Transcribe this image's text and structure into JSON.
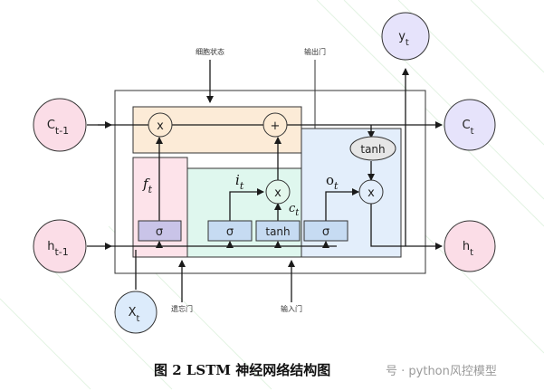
{
  "labels": {
    "cell_state": "细胞状态",
    "output_gate": "输出门",
    "forget_gate": "遗忘门",
    "input_gate": "输入门"
  },
  "nodes": {
    "c_prev": {
      "main": "C",
      "sub": "t-1"
    },
    "h_prev": {
      "main": "h",
      "sub": "t-1"
    },
    "x_t": {
      "main": "X",
      "sub": "t"
    },
    "c_t": {
      "main": "C",
      "sub": "t"
    },
    "h_t": {
      "main": "h",
      "sub": "t"
    },
    "y_t": {
      "main": "y",
      "sub": "t"
    }
  },
  "ops": {
    "mul_cell": "x",
    "add_cell": "+",
    "mul_input": "x",
    "mul_output": "x",
    "tanh_output": "tanh"
  },
  "gates": {
    "forget_sigma": "σ",
    "input_sigma": "σ",
    "input_tanh": "tanh",
    "output_sigma": "σ"
  },
  "symbols": {
    "f": {
      "main": "f",
      "sub": "t"
    },
    "i": {
      "main": "i",
      "sub": "t"
    },
    "c": {
      "main": "c",
      "sub": "t"
    },
    "o": {
      "main": "o",
      "sub": "t"
    }
  },
  "caption": "图 2   LSTM 神经网络结构图",
  "watermark": "号 · python风控模型",
  "colors": {
    "cell_band": "#fcebd7",
    "forget_region": "#fde3ea",
    "input_region": "#dff7ee",
    "output_region": "#e3eefb",
    "gate_box": "#c9c4e8",
    "tanh_box": "#c6dbf2",
    "op_circle": "#fdebd4",
    "op_circle_green": "#e3f7ec",
    "tanh_oval": "#e6e6e6",
    "node_pink": "#fbdde7",
    "node_blue": "#dcebfb",
    "node_lavender": "#e6e3fb"
  }
}
